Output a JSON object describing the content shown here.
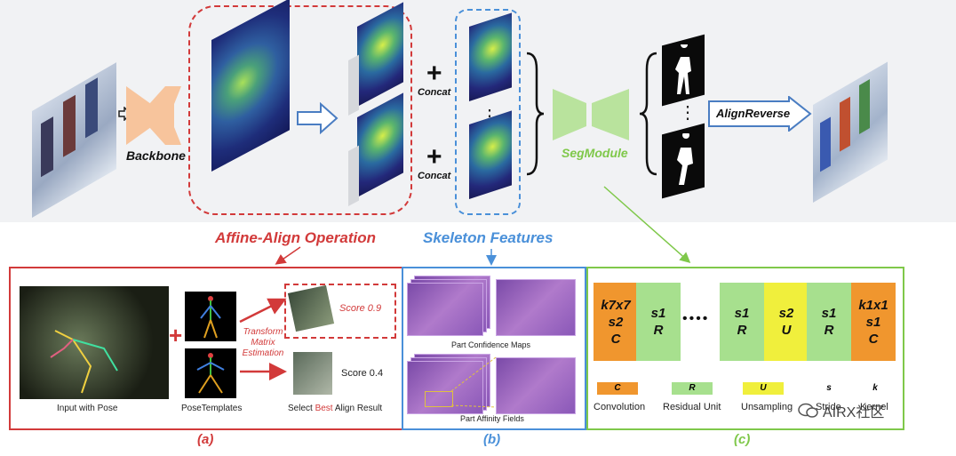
{
  "colors": {
    "red": "#d23a3a",
    "blue": "#4a90d9",
    "green": "#7fc84a",
    "orange": "#f0962e",
    "light_green": "#a7e08e",
    "yellow": "#f0ef3c"
  },
  "top": {
    "backbone": "Backbone",
    "concat1": "Concat",
    "concat2": "Concat",
    "segmodule": "SegModule",
    "align_reverse": "AlignReverse",
    "affine_align": "Affine-Align Operation",
    "skeleton_features": "Skeleton Features",
    "dots": "⋮"
  },
  "panel_a": {
    "input_caption": "Input with Pose",
    "templates_caption": "PoseTemplates",
    "transform1": "Transform",
    "transform2": "Matrix",
    "transform3": "Estimation",
    "score1": "Score 0.9",
    "score2": "Score 0.4",
    "select_pre": "Select ",
    "select_best": "Best",
    "select_post": " Align Result",
    "label": "(a)"
  },
  "panel_b": {
    "pcm": "Part Confidence Maps",
    "paf": "Part Affinity Fields",
    "label": "(b)"
  },
  "panel_c": {
    "blocks": [
      {
        "l1": "k7x7",
        "l2": "s2",
        "l3": "C",
        "kind": "orange"
      },
      {
        "l1": "",
        "l2": "s1",
        "l3": "R",
        "kind": "green"
      },
      {
        "l1": "",
        "l2": "s1",
        "l3": "R",
        "kind": "green"
      },
      {
        "l1": "",
        "l2": "s2",
        "l3": "U",
        "kind": "yellow"
      },
      {
        "l1": "",
        "l2": "s1",
        "l3": "R",
        "kind": "green"
      },
      {
        "l1": "k1x1",
        "l2": "s1",
        "l3": "C",
        "kind": "orange"
      }
    ],
    "ellipsis": "••••",
    "legend": {
      "c_sw": "C",
      "c_tx": "Convolution",
      "r_sw": "R",
      "r_tx": "Residual Unit",
      "u_sw": "U",
      "u_tx": "Unsampling",
      "s_sw": "s",
      "s_tx": "Stride",
      "k_sw": "k",
      "k_tx": "Kernel"
    },
    "label": "(c)"
  },
  "watermark": "AIRX社区"
}
